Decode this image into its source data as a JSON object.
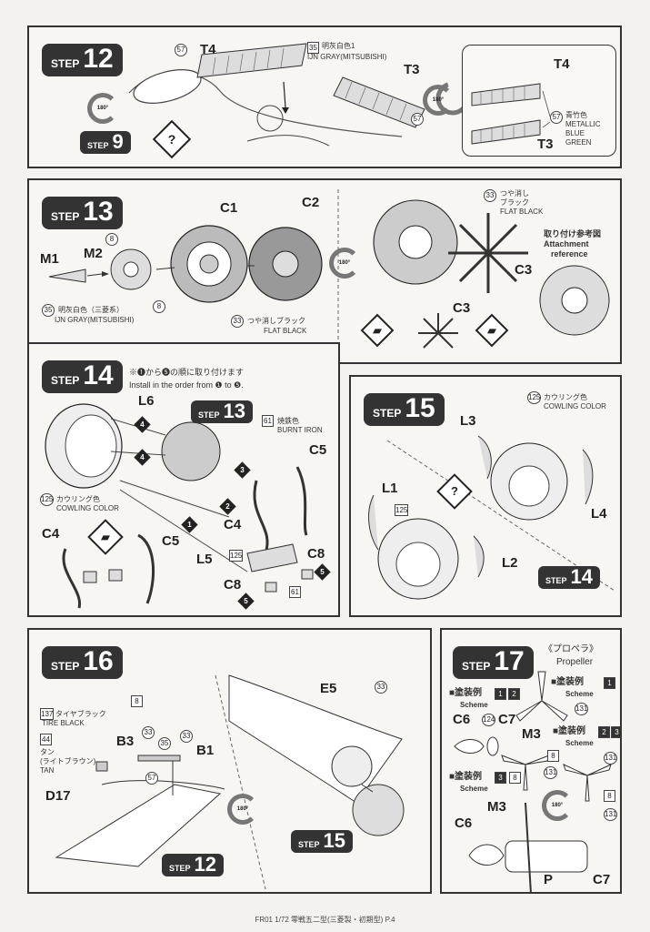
{
  "step_word": "STEP",
  "step12": {
    "number": "12",
    "sub_step_number": "9",
    "parts": {
      "t4": "T4",
      "t3": "T3"
    },
    "paint_57": "57",
    "paint_35": "35",
    "paint_35_ja": "明灰白色1",
    "paint_35_en": "IJN GRAY(MITSUBISHI)",
    "rotate": "180°",
    "inset_t4": "T4",
    "inset_t3": "T3",
    "inset_paint": "57",
    "inset_paint_ja": "青竹色",
    "inset_paint_en1": "METALLIC",
    "inset_paint_en2": "BLUE",
    "inset_paint_en3": "GREEN"
  },
  "step13": {
    "number": "13",
    "parts": {
      "m1": "M1",
      "m2": "M2",
      "c1": "C1",
      "c2": "C2",
      "c3a": "C3",
      "c3b": "C3"
    },
    "paint_8": "8",
    "paint_35": "35",
    "paint_35_ja": "明灰白色（三菱系）",
    "paint_35_en": "IJN GRAY(MITSUBISHI)",
    "paint_33": "33",
    "flat_black_ja": "つや消しブラック",
    "flat_black_en": "FLAT BLACK",
    "paint_33b": "33",
    "flat_black_ja_a": "つや消し",
    "flat_black_ja_b": "ブラック",
    "flat_black_en_b": "FLAT BLACK",
    "rotate": "180°",
    "attach_ja": "取り付け参考図",
    "attach_en1": "Attachment",
    "attach_en2": "reference"
  },
  "step14": {
    "number": "14",
    "order_ja": "※❶から❺の順に取り付けます",
    "order_en": "Install in the order from ❶ to ❺.",
    "sub_step_number": "13",
    "parts": {
      "l6": "L6",
      "c5a": "C5",
      "c4a": "C4",
      "l5": "L5",
      "c8a": "C8",
      "c8b": "C8",
      "c4b": "C4",
      "c5b": "C5"
    },
    "paint_61": "61",
    "burnt_iron_ja": "焼鉄色",
    "burnt_iron_en": "BURNT IRON",
    "paint_125": "125",
    "cowling_ja": "カウリング色",
    "cowling_en": "COWLING COLOR",
    "seq": [
      "1",
      "2",
      "3",
      "4",
      "5"
    ]
  },
  "step15": {
    "number": "15",
    "parts": {
      "l3": "L3",
      "l4": "L4",
      "l1": "L1",
      "l2": "L2"
    },
    "paint_125": "125",
    "cowling_ja": "カウリング色",
    "cowling_en": "COWLING COLOR",
    "sub_step_number": "14"
  },
  "step16": {
    "number": "16",
    "parts": {
      "e5": "E5",
      "b3": "B3",
      "b1": "B1",
      "d17": "D17"
    },
    "paint_137": "137",
    "tire_black_ja": "タイヤブラック",
    "tire_black_en": "TIRE BLACK",
    "paint_44": "44",
    "tan_ja1": "タン",
    "tan_ja2": "(ライトブラウン)",
    "tan_en": "TAN",
    "paint_8": "8",
    "paint_33": "33",
    "paint_35": "35",
    "paint_57": "57",
    "rotate": "180°",
    "sub_step_a": "12",
    "sub_step_b": "15"
  },
  "step17": {
    "number": "17",
    "propeller_ja": "《プロペラ》",
    "propeller_en": "Propeller",
    "scheme1_ja": "■塗装例",
    "scheme1_num": "1",
    "scheme_en": "Scheme",
    "scheme12_ja": "■塗装例",
    "scheme12_nums": [
      "1",
      "2"
    ],
    "scheme23_ja": "■塗装例",
    "scheme23_nums": [
      "2",
      "3"
    ],
    "scheme3_ja": "■塗装例",
    "scheme3_num": "3",
    "parts": {
      "c6a": "C6",
      "c7a": "C7",
      "m3a": "M3",
      "c6b": "C6",
      "m3b": "M3",
      "p": "P",
      "c7b": "C7"
    },
    "paint_124": "124",
    "paint_131": "131",
    "paint_8": "8",
    "rotate": "180°"
  },
  "footer": "FR01  1/72 零戦五二型(三菱製・初期型)  P.4"
}
